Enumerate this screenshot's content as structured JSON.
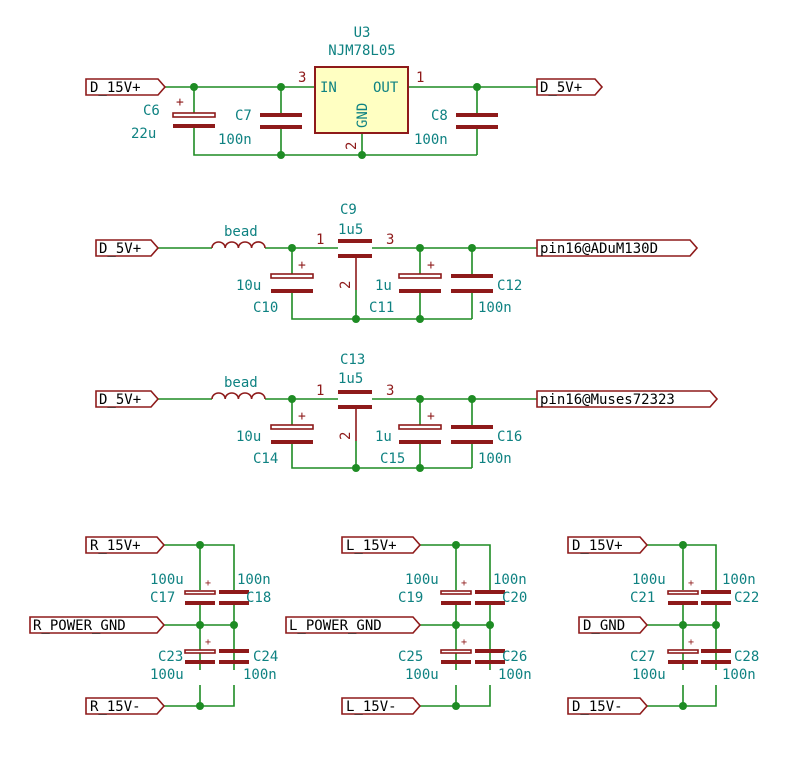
{
  "regulator": {
    "ref": "U3",
    "value": "NJM78L05",
    "pin_in": "IN",
    "pin_out": "OUT",
    "pin_gnd": "GND",
    "pin_in_num": "3",
    "pin_out_num": "1",
    "pin_gnd_num": "2",
    "net_in": "D_15V+",
    "net_out": "D_5V+",
    "c6_ref": "C6",
    "c6_val": "22u",
    "c7_ref": "C7",
    "c7_val": "100n",
    "c8_ref": "C8",
    "c8_val": "100n"
  },
  "filter1": {
    "net_in": "D_5V+",
    "bead": "bead",
    "c9_ref": "C9",
    "c9_val": "1u5",
    "pin1": "1",
    "pin2": "2",
    "pin3": "3",
    "net_out": "pin16@ADuM130D",
    "c10_ref": "C10",
    "c10_val": "10u",
    "c11_ref": "C11",
    "c11_val": "1u",
    "c12_ref": "C12",
    "c12_val": "100n"
  },
  "filter2": {
    "net_in": "D_5V+",
    "bead": "bead",
    "c13_ref": "C13",
    "c13_val": "1u5",
    "pin1": "1",
    "pin2": "2",
    "pin3": "3",
    "net_out": "pin16@Muses72323",
    "c14_ref": "C14",
    "c14_val": "10u",
    "c15_ref": "C15",
    "c15_val": "1u",
    "c16_ref": "C16",
    "c16_val": "100n"
  },
  "decoupling_r": {
    "net_pos": "R_15V+",
    "net_gnd": "R_POWER_GND",
    "net_neg": "R_15V-",
    "c17_ref": "C17",
    "c17_val": "100u",
    "c18_ref": "C18",
    "c18_val": "100n",
    "c23_ref": "C23",
    "c23_val": "100u",
    "c24_ref": "C24",
    "c24_val": "100n"
  },
  "decoupling_l": {
    "net_pos": "L_15V+",
    "net_gnd": "L_POWER_GND",
    "net_neg": "L_15V-",
    "c19_ref": "C19",
    "c19_val": "100u",
    "c20_ref": "C20",
    "c20_val": "100n",
    "c25_ref": "C25",
    "c25_val": "100u",
    "c26_ref": "C26",
    "c26_val": "100n"
  },
  "decoupling_d": {
    "net_pos": "D_15V+",
    "net_gnd": "D_GND",
    "net_neg": "D_15V-",
    "c21_ref": "C21",
    "c21_val": "100u",
    "c22_ref": "C22",
    "c22_val": "100n",
    "c27_ref": "C27",
    "c27_val": "100u",
    "c28_ref": "C28",
    "c28_val": "100n"
  },
  "plus_mark": "+",
  "colors": {
    "wire": "#1e8c24",
    "component": "#8e1a1a",
    "text": "#0f8282",
    "ic_fill": "#ffffc2"
  }
}
